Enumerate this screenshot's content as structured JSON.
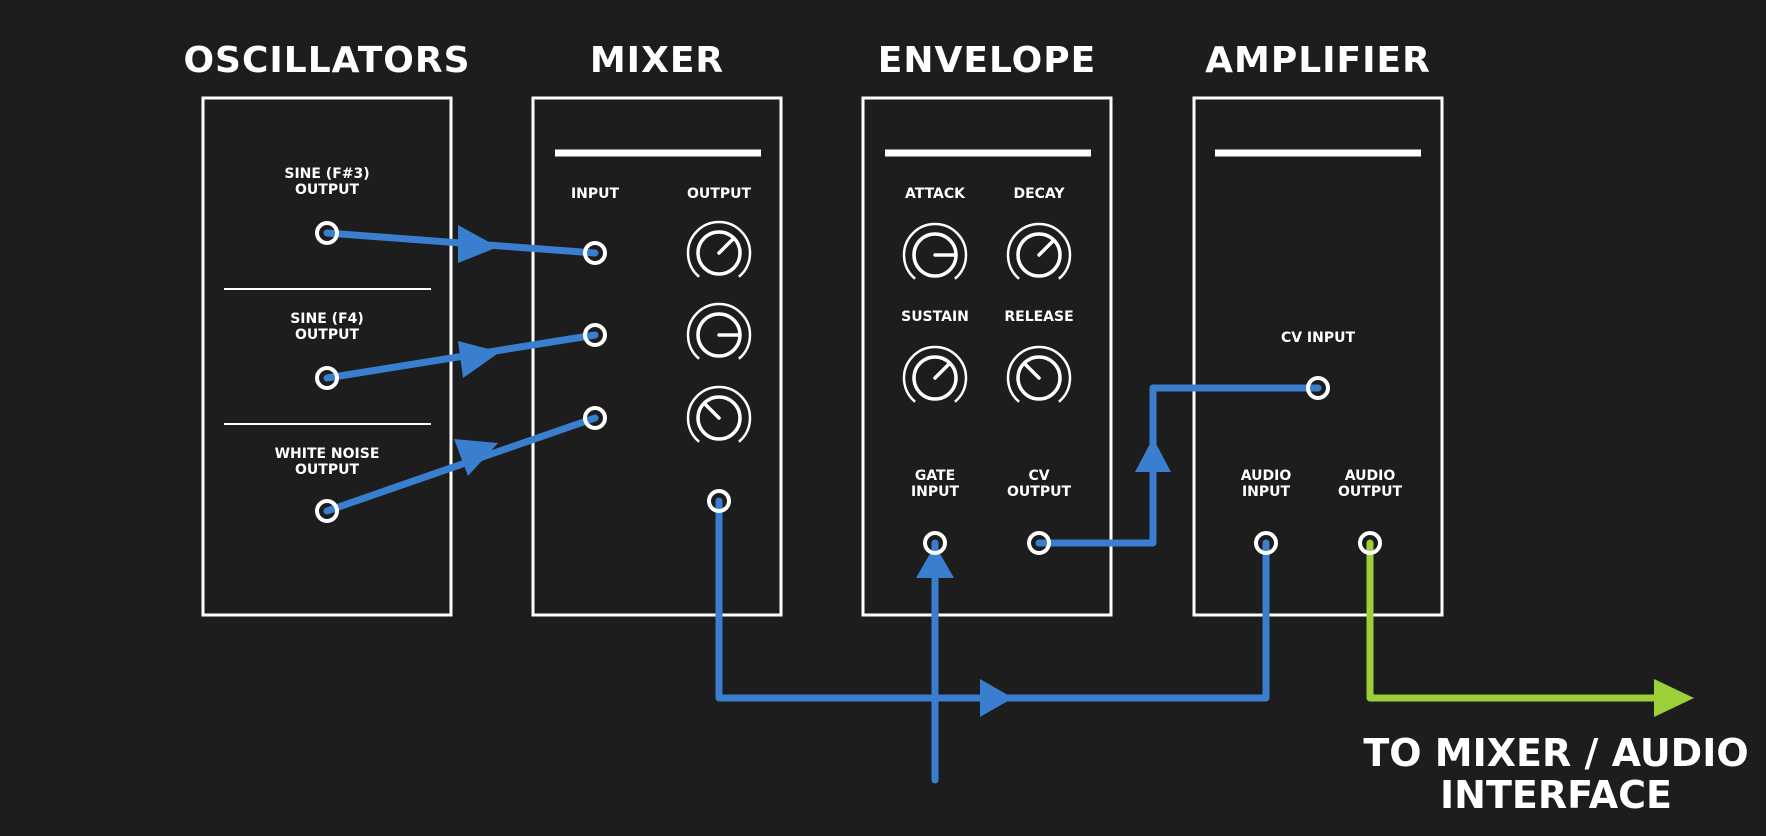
{
  "colors": {
    "background": "#1d1d1d",
    "panel_line": "#ffffff",
    "cable_cv_audio": "#3a7fcf",
    "cable_final_out": "#9ccf3a"
  },
  "modules": {
    "oscillators": {
      "title": "OSCILLATORS",
      "jacks": [
        {
          "label_line1": "SINE (F#3)",
          "label_line2": "OUTPUT"
        },
        {
          "label_line1": "SINE (F4)",
          "label_line2": "OUTPUT"
        },
        {
          "label_line1": "WHITE NOISE",
          "label_line2": "OUTPUT"
        }
      ]
    },
    "mixer": {
      "title": "MIXER",
      "input_label": "INPUT",
      "output_label": "OUTPUT"
    },
    "envelope": {
      "title": "ENVELOPE",
      "knobs": [
        "ATTACK",
        "DECAY",
        "SUSTAIN",
        "RELEASE"
      ],
      "gate_label_line1": "GATE",
      "gate_label_line2": "INPUT",
      "cv_label_line1": "CV",
      "cv_label_line2": "OUTPUT"
    },
    "amplifier": {
      "title": "AMPLIFIER",
      "cv_input_label": "CV INPUT",
      "audio_in_line1": "AUDIO",
      "audio_in_line2": "INPUT",
      "audio_out_line1": "AUDIO",
      "audio_out_line2": "OUTPUT"
    }
  },
  "destination": {
    "line1": "TO MIXER / AUDIO",
    "line2": "INTERFACE"
  },
  "icons": {
    "jack": "jack-icon",
    "knob": "knob-icon",
    "arrow": "arrow-icon"
  }
}
